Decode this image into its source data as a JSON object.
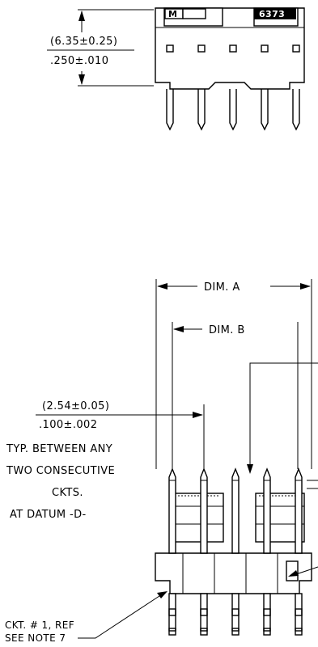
{
  "top_view": {
    "height_metric": "(6.35±0.25)",
    "height_imperial": ".250±.010",
    "marking_logo": "M",
    "marking_part": "6373"
  },
  "front_view": {
    "dim_a": "DIM. A",
    "dim_b": "DIM. B",
    "pitch_metric": "(2.54±0.05)",
    "pitch_imperial": ".100±.002",
    "pitch_note_lines": [
      "TYP. BETWEEN ANY",
      "TWO CONSECUTIVE",
      "CKTS.",
      "AT DATUM -D-"
    ],
    "ckt_ref_lines": [
      "CKT. # 1, REF",
      "SEE NOTE 7"
    ]
  },
  "colors": {
    "ink": "#000000",
    "paper": "#ffffff"
  }
}
